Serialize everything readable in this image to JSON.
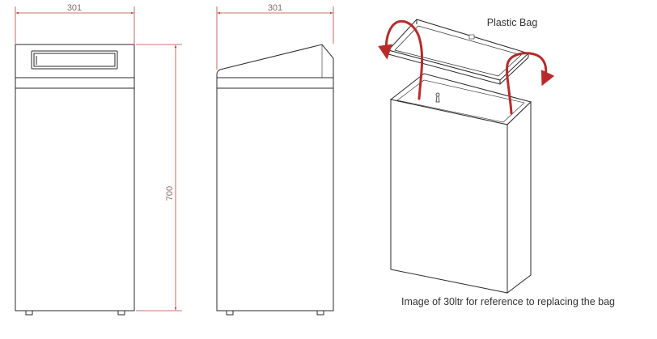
{
  "front_view": {
    "width_label": "301",
    "height_label": "700"
  },
  "side_view": {
    "width_label": "301"
  },
  "bag_diagram": {
    "label": "Plastic Bag",
    "caption": "Image of 30ltr for reference to replacing the bag"
  },
  "colors": {
    "dimension_line": "#b5443c",
    "outline": "#2a2a2a",
    "arrow": "#b72b2b",
    "text": "#333333"
  }
}
